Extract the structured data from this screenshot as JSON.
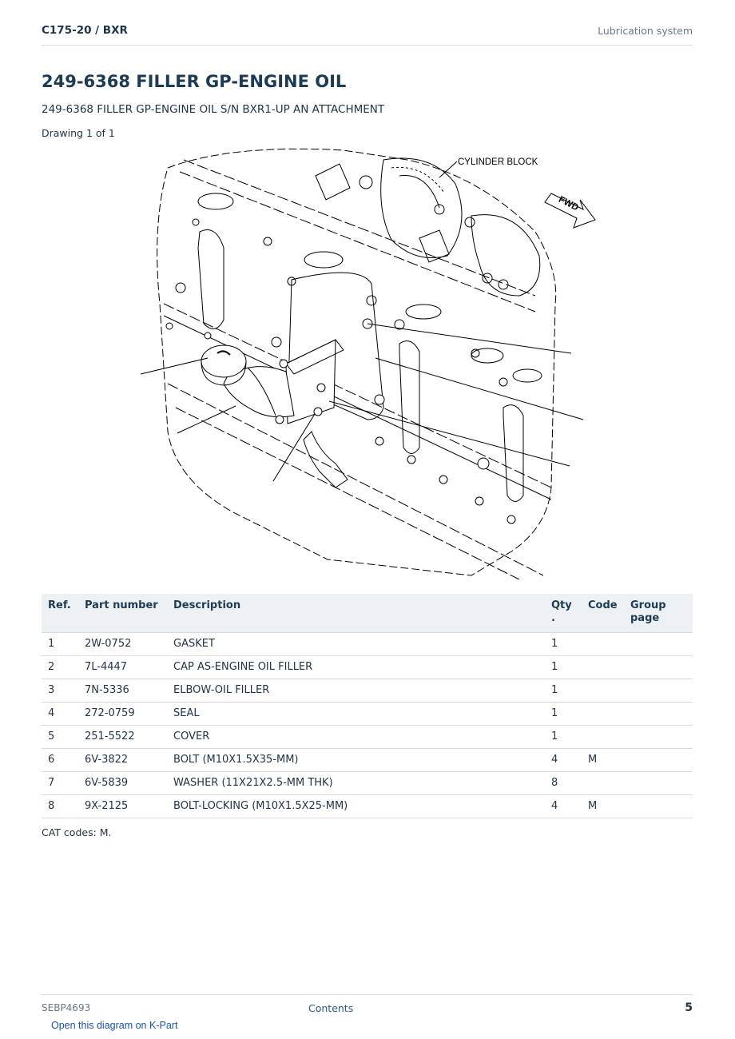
{
  "header": {
    "model": "C175-20  /  BXR",
    "section": "Lubrication system"
  },
  "title": "249-6368 FILLER GP-ENGINE OIL",
  "subtitle": "249-6368 FILLER GP-ENGINE OIL S/N BXR1-UP AN ATTACHMENT",
  "drawing_label": "Drawing 1 of 1",
  "diagram": {
    "labels": {
      "cylinder_block": "CYLINDER BLOCK",
      "fwd": "FWD"
    }
  },
  "table": {
    "headers": {
      "ref": "Ref.",
      "part_number": "Part number",
      "description": "Description",
      "qty_line1": "Qty",
      "qty_line2": ".",
      "code": "Code",
      "group_line1": "Group",
      "group_line2": "page"
    },
    "rows": [
      {
        "ref": "1",
        "part": "2W-0752",
        "desc": "GASKET",
        "qty": "1",
        "code": "",
        "group": ""
      },
      {
        "ref": "2",
        "part": "7L-4447",
        "desc": "CAP AS-ENGINE OIL FILLER",
        "qty": "1",
        "code": "",
        "group": ""
      },
      {
        "ref": "3",
        "part": "7N-5336",
        "desc": "ELBOW-OIL FILLER",
        "qty": "1",
        "code": "",
        "group": ""
      },
      {
        "ref": "4",
        "part": "272-0759",
        "desc": "SEAL",
        "qty": "1",
        "code": "",
        "group": ""
      },
      {
        "ref": "5",
        "part": "251-5522",
        "desc": "COVER",
        "qty": "1",
        "code": "",
        "group": ""
      },
      {
        "ref": "6",
        "part": "6V-3822",
        "desc": "BOLT (M10X1.5X35-MM)",
        "qty": "4",
        "code": "M",
        "group": ""
      },
      {
        "ref": "7",
        "part": "6V-5839",
        "desc": "WASHER (11X21X2.5-MM THK)",
        "qty": "8",
        "code": "",
        "group": ""
      },
      {
        "ref": "8",
        "part": "9X-2125",
        "desc": "BOLT-LOCKING (M10X1.5X25-MM)",
        "qty": "4",
        "code": "M",
        "group": ""
      }
    ]
  },
  "codes_note": "CAT codes: M.",
  "footer": {
    "doc_number": "SEBP4693",
    "contents_link": "Contents",
    "page_number": "5"
  },
  "kpart_link": "Open this diagram on K-Part",
  "colors": {
    "heading": "#1d3b53",
    "text": "#1f3247",
    "link": "#2d5a86",
    "header_bg": "#eef1f4"
  }
}
